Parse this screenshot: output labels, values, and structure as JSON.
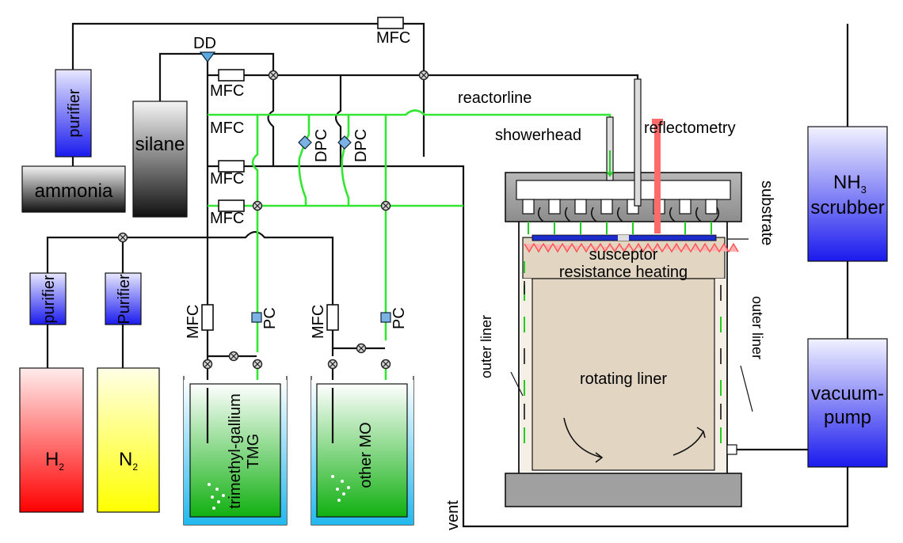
{
  "labels": {
    "mfc": "MFC",
    "dd": "DD",
    "dpc": "DPC",
    "pc": "PC",
    "reactorline": "reactorline",
    "showerhead": "showerhead",
    "reflectometry": "reflectometry",
    "substrate": "substrate",
    "susceptor": "susceptor",
    "resistance_heating": "resistance heating",
    "outer_liner": "outer liner",
    "rotating_liner": "rotating liner",
    "vent": "vent",
    "purifier": "purifier",
    "purifier_cap": "Purifier",
    "ammonia": "ammonia",
    "silane": "silane",
    "h2_main": "H",
    "h2_sub": "2",
    "n2_main": "N",
    "n2_sub": "2",
    "tmg_line1": "trimethyl-gallium",
    "tmg_line2": "TMG",
    "other_mo": "other MO",
    "nh3_main": "NH",
    "nh3_sub": "3",
    "scrubber": "scrubber",
    "vacuum_line1": "vacuum-",
    "vacuum_line2": "pump"
  },
  "colors": {
    "gas_line": "#33e633",
    "heater": "#ff6666",
    "substrate": "#1f2ccc",
    "reactor_fill": "#e2d6c3",
    "unit_blue": "#1a1aee"
  }
}
